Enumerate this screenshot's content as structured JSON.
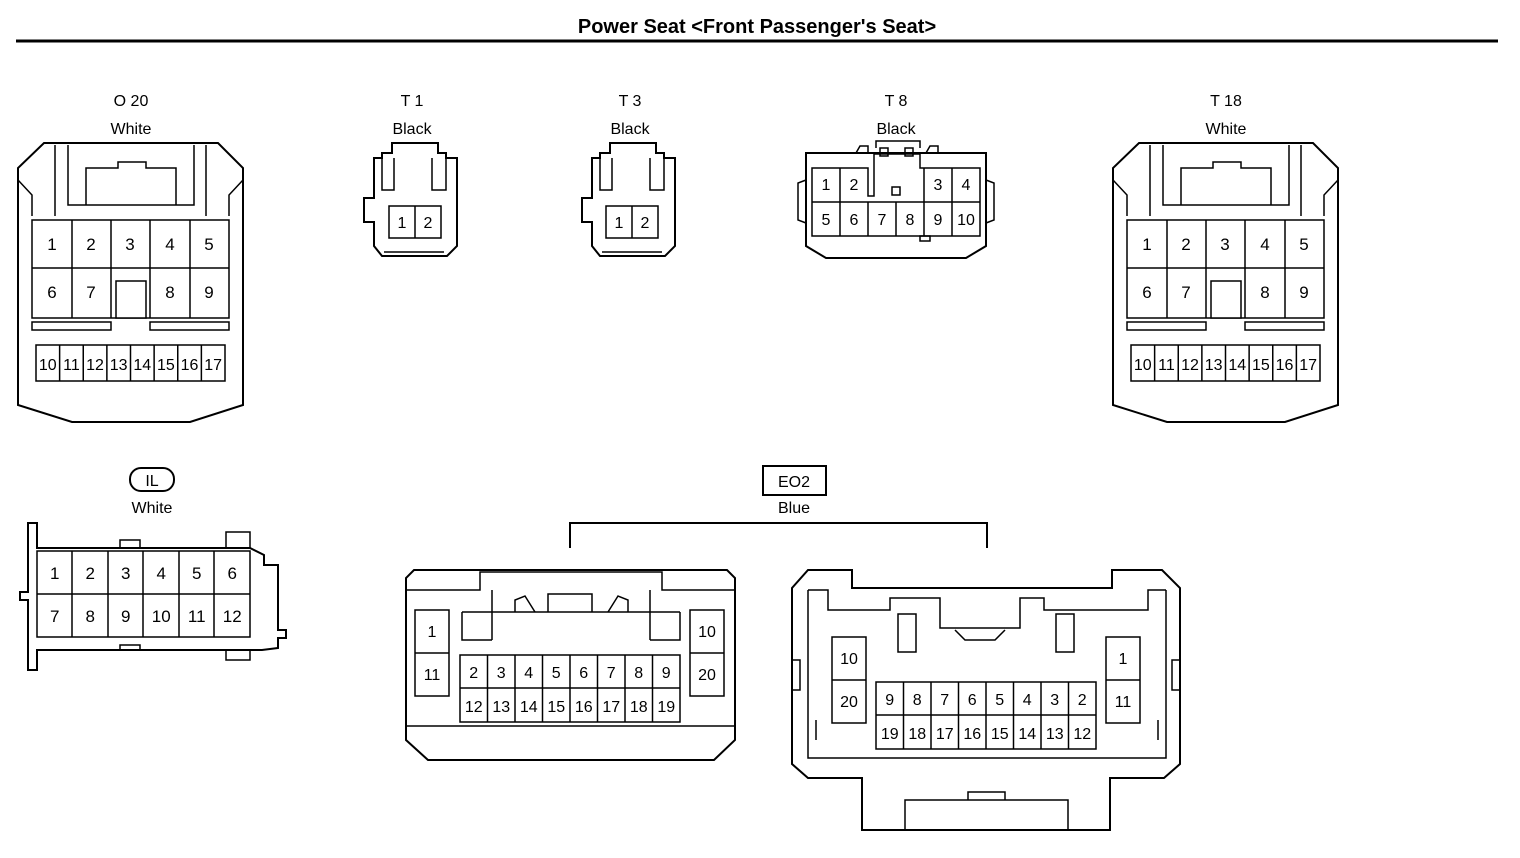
{
  "title": "Power Seat <Front Passenger's Seat>",
  "connectors": {
    "o20": {
      "code": "O 20",
      "color": "White",
      "pins": [
        "1",
        "2",
        "3",
        "4",
        "5",
        "6",
        "7",
        "8",
        "9",
        "10",
        "11",
        "12",
        "13",
        "14",
        "15",
        "16",
        "17"
      ]
    },
    "t1": {
      "code": "T 1",
      "color": "Black",
      "pins": [
        "1",
        "2"
      ]
    },
    "t3": {
      "code": "T 3",
      "color": "Black",
      "pins": [
        "1",
        "2"
      ]
    },
    "t8": {
      "code": "T 8",
      "color": "Black",
      "pins": [
        "1",
        "2",
        "3",
        "4",
        "5",
        "6",
        "7",
        "8",
        "9",
        "10"
      ]
    },
    "t18": {
      "code": "T 18",
      "color": "White",
      "pins": [
        "1",
        "2",
        "3",
        "4",
        "5",
        "6",
        "7",
        "8",
        "9",
        "10",
        "11",
        "12",
        "13",
        "14",
        "15",
        "16",
        "17"
      ]
    },
    "il": {
      "code": "IL",
      "color": "White",
      "pins": [
        "1",
        "2",
        "3",
        "4",
        "5",
        "6",
        "7",
        "8",
        "9",
        "10",
        "11",
        "12"
      ]
    },
    "eo2": {
      "code": "EO2",
      "color": "Blue",
      "pins_a": [
        "1",
        "11",
        "2",
        "3",
        "4",
        "5",
        "6",
        "7",
        "8",
        "9",
        "12",
        "13",
        "14",
        "15",
        "16",
        "17",
        "18",
        "19",
        "10",
        "20"
      ],
      "pins_b": [
        "10",
        "20",
        "9",
        "8",
        "7",
        "6",
        "5",
        "4",
        "3",
        "2",
        "19",
        "18",
        "17",
        "16",
        "15",
        "14",
        "13",
        "12",
        "1",
        "11"
      ]
    }
  }
}
